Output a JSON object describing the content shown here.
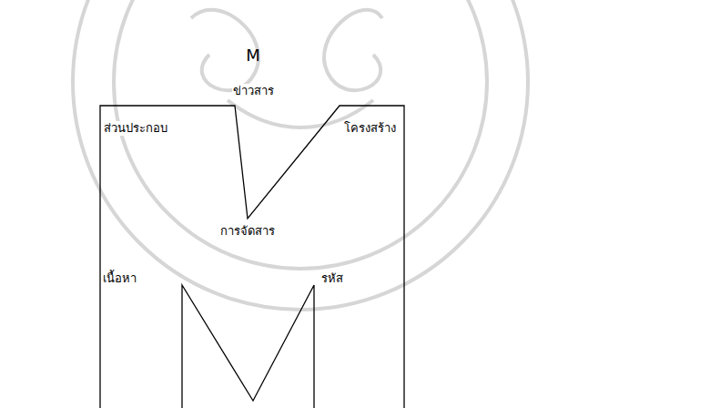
{
  "diagram": {
    "title": "M",
    "labels": [
      "ข่าวสาร",
      "ส่วนประกอบ",
      "โครงสร้าง",
      "การจัดสาร",
      "เนื้อหา",
      "รหัส"
    ]
  }
}
